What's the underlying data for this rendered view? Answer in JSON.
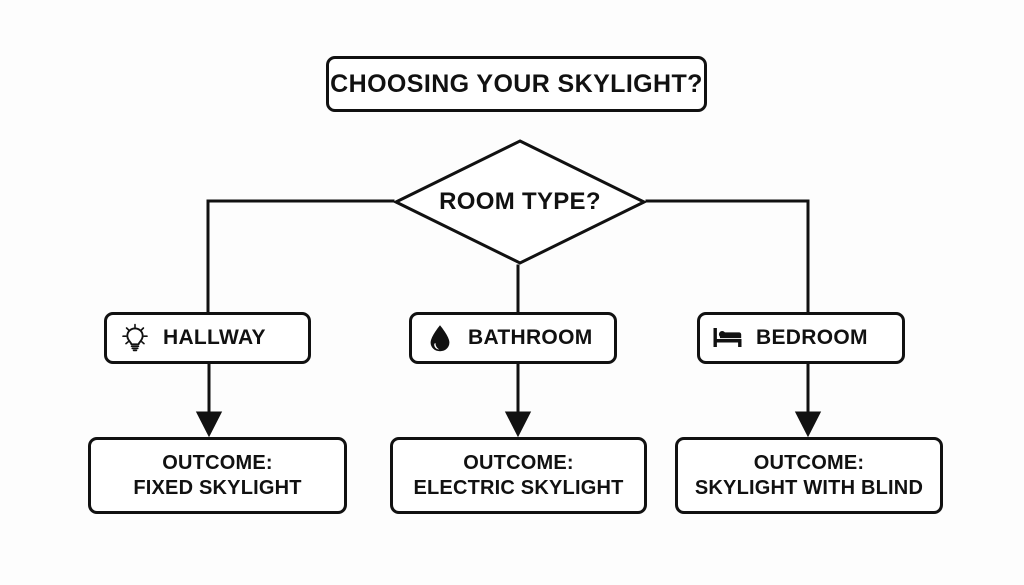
{
  "diagram": {
    "type": "flowchart",
    "title": "CHOOSING YOUR SKYLIGHT?",
    "decision": {
      "label": "ROOM TYPE?"
    },
    "branches": [
      {
        "icon": "lightbulb-icon",
        "room": "HALLWAY",
        "outcome_line1": "OUTCOME:",
        "outcome_line2": "FIXED SKYLIGHT"
      },
      {
        "icon": "water-drop-icon",
        "room": "BATHROOM",
        "outcome_line1": "OUTCOME:",
        "outcome_line2": "ELECTRIC SKYLIGHT"
      },
      {
        "icon": "bed-icon",
        "room": "BEDROOM",
        "outcome_line1": "OUTCOME:",
        "outcome_line2": "SKYLIGHT WITH BLIND"
      }
    ],
    "colors": {
      "background": "#fdfdfd",
      "stroke": "#111111",
      "fill": "#ffffff",
      "text": "#111111"
    }
  }
}
